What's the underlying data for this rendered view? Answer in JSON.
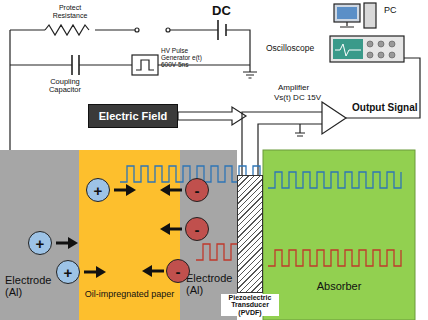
{
  "diagram": {
    "nodes": [
      {
        "text": [
          "Electric Field"
        ]
      },
      {
        "text": [
          "Electrode (Al)"
        ]
      },
      {
        "text": [
          "Oil-impregnated paper"
        ]
      },
      {
        "text": [
          "Electrode (Al)"
        ]
      },
      {
        "text": [
          "Piezoelectric Transducer (PVDF)"
        ]
      },
      {
        "text": [
          "Absorber"
        ]
      },
      {
        "text": [
          "+"
        ],
        "in": 2
      },
      {
        "text": [
          "+"
        ],
        "in": 1
      },
      {
        "text": [
          "+"
        ],
        "in": 1
      },
      {
        "text": [
          "-"
        ],
        "in": 3
      },
      {
        "text": [
          "-"
        ],
        "in": 3
      },
      {
        "text": [
          "-"
        ],
        "in": 3
      }
    ],
    "labels": [
      "Protect Resistance",
      "DC",
      "Coupling Capacitor",
      "HV Pulse Generator e(t) 600V 5ns",
      "PC",
      "Oscilloscope",
      "Amplifier",
      "Vs(t) DC 15V",
      "Output Signal"
    ]
  }
}
